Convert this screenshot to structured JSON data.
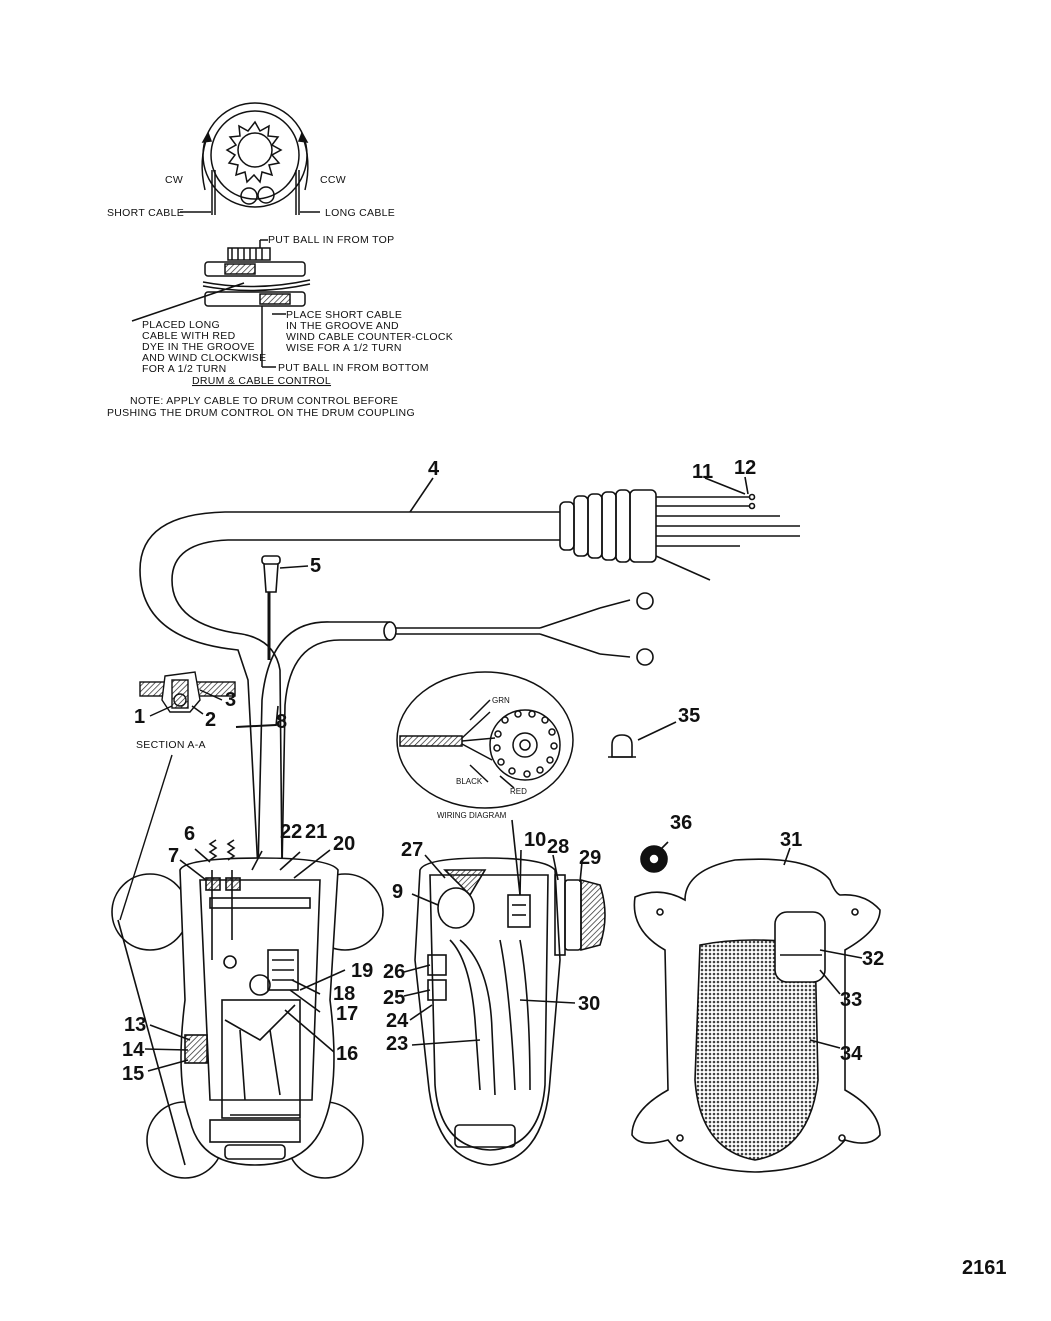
{
  "figure_number": "2161",
  "drum_detail": {
    "labels": {
      "cw": "CW",
      "ccw": "CCW",
      "short_cable": "SHORT CABLE",
      "long_cable": "LONG CABLE",
      "put_ball_top": "PUT BALL IN FROM TOP",
      "place_short_1": "PLACE SHORT CABLE",
      "place_short_2": "IN  THE GROOVE AND",
      "place_short_3": "WIND CABLE COUNTER-CLOCK",
      "place_short_4": "WISE FOR A 1/2 TURN",
      "placed_long_1": "PLACED LONG",
      "placed_long_2": "CABLE WITH RED",
      "placed_long_3": "DYE IN THE GROOVE",
      "placed_long_4": "AND WIND CLOCKWISE",
      "placed_long_5": "FOR A 1/2 TURN",
      "put_ball_bottom": "PUT BALL IN FROM BOTTOM",
      "title": "DRUM & CABLE CONTROL",
      "note_1": "NOTE: APPLY CABLE TO DRUM CONTROL BEFORE",
      "note_2": "PUSHING THE DRUM CONTROL ON THE DRUM COUPLING"
    }
  },
  "section_label": "SECTION A-A",
  "wiring": {
    "title": "WIRING DIAGRAM",
    "grn": "GRN",
    "black": "BLACK",
    "red": "RED"
  },
  "callouts": {
    "c1": "1",
    "c2": "2",
    "c3": "3",
    "c4": "4",
    "c5": "5",
    "c6": "6",
    "c7": "7",
    "c8": "8",
    "c9": "9",
    "c10": "10",
    "c11": "11",
    "c12": "12",
    "c13": "13",
    "c14": "14",
    "c15": "15",
    "c16": "16",
    "c17": "17",
    "c18": "18",
    "c19": "19",
    "c20": "20",
    "c21": "21",
    "c22": "22",
    "c23": "23",
    "c24": "24",
    "c25": "25",
    "c26": "26",
    "c27": "27",
    "c28": "28",
    "c29": "29",
    "c30": "30",
    "c31": "31",
    "c32": "32",
    "c33": "33",
    "c34": "34",
    "c35": "35",
    "c36": "36"
  },
  "colors": {
    "line": "#111111",
    "background": "#ffffff",
    "pad_texture": "#555555"
  }
}
